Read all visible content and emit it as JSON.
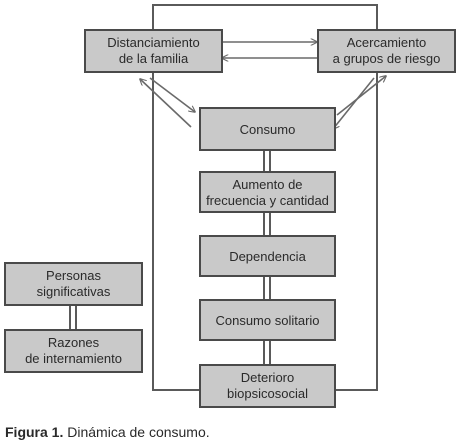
{
  "nodes": {
    "distanciamiento": [
      "Distanciamiento",
      "de la familia"
    ],
    "acercamiento": [
      "Acercamiento",
      "a grupos de riesgo"
    ],
    "consumo": [
      "Consumo"
    ],
    "aumento": [
      "Aumento de",
      "frecuencia y cantidad"
    ],
    "dependencia": [
      "Dependencia"
    ],
    "consumo_solitario": [
      "Consumo solitario"
    ],
    "deterioro": [
      "Deterioro",
      "biopsicosocial"
    ],
    "personas": [
      "Personas",
      "significativas"
    ],
    "razones": [
      "Razones",
      "de internamiento"
    ]
  },
  "caption": {
    "label": "Figura 1.",
    "text": "Dinámica de consumo."
  },
  "colors": {
    "box_fill": "#c9c9c9",
    "box_stroke": "#4a4a4a",
    "line": "#5a5a5a",
    "text": "#2a2a2a"
  }
}
